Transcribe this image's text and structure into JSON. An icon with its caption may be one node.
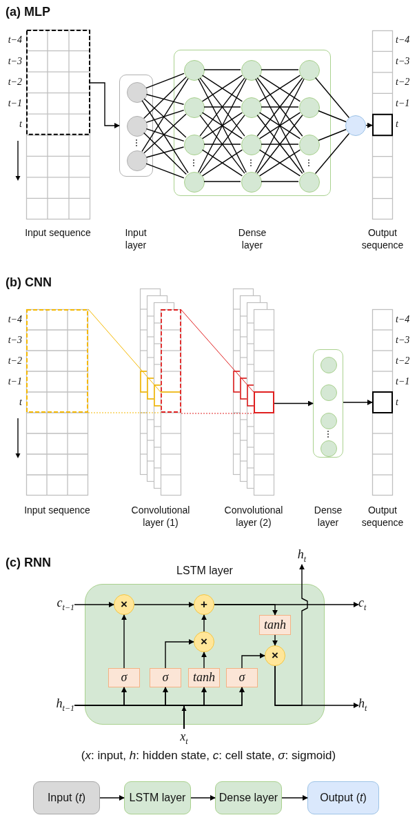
{
  "diagram": {
    "nodes": [
      {
        "text": [],
        "shape": "box"
      },
      {
        "text": [],
        "shape": "box"
      },
      {
        "text": [],
        "shape": "circle",
        "in": 1
      },
      {
        "text": [],
        "shape": "circle",
        "in": 1
      },
      {
        "text": [],
        "shape": "circle",
        "in": 1
      },
      {
        "text": [],
        "shape": "box"
      },
      {
        "text": [],
        "shape": "circle",
        "in": 5
      },
      {
        "text": [],
        "shape": "circle",
        "in": 5
      },
      {
        "text": [],
        "shape": "circle",
        "in": 5
      },
      {
        "text": [],
        "shape": "circle",
        "in": 5
      },
      {
        "text": [],
        "shape": "circle",
        "in": 5
      },
      {
        "text": [],
        "shape": "circle",
        "in": 5
      },
      {
        "text": [],
        "shape": "circle",
        "in": 5
      },
      {
        "text": [],
        "shape": "circle",
        "in": 5
      },
      {
        "text": [],
        "shape": "circle",
        "in": 5
      },
      {
        "text": [],
        "shape": "circle",
        "in": 5
      },
      {
        "text": [],
        "shape": "circle",
        "in": 5
      },
      {
        "text": [],
        "shape": "circle",
        "in": 5
      },
      {
        "text": [],
        "shape": "circle"
      },
      {
        "text": [],
        "shape": "box"
      },
      {
        "text": [],
        "shape": "box"
      },
      {
        "text": [],
        "shape": "box"
      },
      {
        "text": [],
        "shape": "box"
      },
      {
        "text": [],
        "shape": "box"
      },
      {
        "text": [],
        "shape": "circle",
        "in": 23
      },
      {
        "text": [],
        "shape": "circle",
        "in": 23
      },
      {
        "text": [],
        "shape": "circle",
        "in": 23
      },
      {
        "text": [],
        "shape": "circle",
        "in": 23
      },
      {
        "text": [],
        "shape": "box"
      },
      {
        "text": [
          "LSTM layer"
        ]
      },
      {
        "text": [
          "×"
        ],
        "in": 29
      },
      {
        "text": [
          "+"
        ],
        "in": 29
      },
      {
        "text": [
          "×"
        ],
        "in": 29
      },
      {
        "text": [
          "tanh"
        ],
        "in": 29
      },
      {
        "text": [
          "×"
        ],
        "in": 29
      },
      {
        "text": [
          "σ"
        ],
        "in": 29
      },
      {
        "text": [
          "σ"
        ],
        "in": 29
      },
      {
        "text": [
          "tanh"
        ],
        "in": 29
      },
      {
        "text": [
          "σ"
        ],
        "in": 29
      },
      {
        "text": [
          "c$_{t−1}$"
        ]
      },
      {
        "text": [
          "h$_{t−1}$"
        ]
      },
      {
        "text": [
          "x$_{t}$"
        ]
      },
      {
        "text": [
          "c$_{t}$"
        ]
      },
      {
        "text": [
          "h$_{t}$"
        ]
      },
      {
        "text": [
          "h$_{t}$"
        ]
      },
      {
        "text": [
          "Input (*t*)"
        ]
      },
      {
        "text": [
          "LSTM layer"
        ]
      },
      {
        "text": [
          "Dense layer"
        ]
      },
      {
        "text": [
          "Output (*t*)"
        ]
      }
    ],
    "edges": [
      {
        "from": 0,
        "to": 1,
        "arrow": "to"
      },
      {
        "from": 2,
        "to": 6,
        "arrow": "none"
      },
      {
        "from": 2,
        "to": 7,
        "arrow": "none"
      },
      {
        "from": 2,
        "to": 8,
        "arrow": "none"
      },
      {
        "from": 2,
        "to": 9,
        "arrow": "none"
      },
      {
        "from": 3,
        "to": 6,
        "arrow": "none"
      },
      {
        "from": 3,
        "to": 7,
        "arrow": "none"
      },
      {
        "from": 3,
        "to": 8,
        "arrow": "none"
      },
      {
        "from": 3,
        "to": 9,
        "arrow": "none"
      },
      {
        "from": 4,
        "to": 6,
        "arrow": "none"
      },
      {
        "from": 4,
        "to": 7,
        "arrow": "none"
      },
      {
        "from": 4,
        "to": 8,
        "arrow": "none"
      },
      {
        "from": 4,
        "to": 9,
        "arrow": "none"
      },
      {
        "from": 6,
        "to": 10,
        "arrow": "none"
      },
      {
        "from": 6,
        "to": 11,
        "arrow": "none"
      },
      {
        "from": 6,
        "to": 12,
        "arrow": "none"
      },
      {
        "from": 6,
        "to": 13,
        "arrow": "none"
      },
      {
        "from": 7,
        "to": 10,
        "arrow": "none"
      },
      {
        "from": 7,
        "to": 11,
        "arrow": "none"
      },
      {
        "from": 7,
        "to": 12,
        "arrow": "none"
      },
      {
        "from": 7,
        "to": 13,
        "arrow": "none"
      },
      {
        "from": 8,
        "to": 10,
        "arrow": "none"
      },
      {
        "from": 8,
        "to": 11,
        "arrow": "none"
      },
      {
        "from": 8,
        "to": 12,
        "arrow": "none"
      },
      {
        "from": 8,
        "to": 13,
        "arrow": "none"
      },
      {
        "from": 9,
        "to": 10,
        "arrow": "none"
      },
      {
        "from": 9,
        "to": 11,
        "arrow": "none"
      },
      {
        "from": 9,
        "to": 12,
        "arrow": "none"
      },
      {
        "from": 9,
        "to": 13,
        "arrow": "none"
      },
      {
        "from": 10,
        "to": 14,
        "arrow": "none"
      },
      {
        "from": 10,
        "to": 15,
        "arrow": "none"
      },
      {
        "from": 10,
        "to": 16,
        "arrow": "none"
      },
      {
        "from": 10,
        "to": 17,
        "arrow": "none"
      },
      {
        "from": 11,
        "to": 14,
        "arrow": "none"
      },
      {
        "from": 11,
        "to": 15,
        "arrow": "none"
      },
      {
        "from": 11,
        "to": 16,
        "arrow": "none"
      },
      {
        "from": 11,
        "to": 17,
        "arrow": "none"
      },
      {
        "from": 12,
        "to": 14,
        "arrow": "none"
      },
      {
        "from": 12,
        "to": 15,
        "arrow": "none"
      },
      {
        "from": 12,
        "to": 16,
        "arrow": "none"
      },
      {
        "from": 12,
        "to": 17,
        "arrow": "none"
      },
      {
        "from": 13,
        "to": 14,
        "arrow": "none"
      },
      {
        "from": 13,
        "to": 15,
        "arrow": "none"
      },
      {
        "from": 13,
        "to": 16,
        "arrow": "none"
      },
      {
        "from": 13,
        "to": 17,
        "arrow": "none"
      },
      {
        "from": 14,
        "to": 18,
        "arrow": "none"
      },
      {
        "from": 15,
        "to": 18,
        "arrow": "none"
      },
      {
        "from": 16,
        "to": 18,
        "arrow": "none"
      },
      {
        "from": 17,
        "to": 18,
        "arrow": "none"
      },
      {
        "from": 18,
        "to": 19,
        "arrow": "to"
      },
      {
        "from": 22,
        "to": 23,
        "arrow": "to"
      },
      {
        "from": 23,
        "to": 28,
        "arrow": "to"
      },
      {
        "from": 39,
        "to": 30,
        "arrow": "to"
      },
      {
        "from": 30,
        "to": 31,
        "arrow": "to"
      },
      {
        "from": 31,
        "to": 42,
        "arrow": "to"
      },
      {
        "from": 31,
        "to": 33,
        "arrow": "to"
      },
      {
        "from": 33,
        "to": 34,
        "arrow": "to"
      },
      {
        "from": 32,
        "to": 31,
        "arrow": "to"
      },
      {
        "from": 35,
        "to": 30,
        "arrow": "to"
      },
      {
        "from": 36,
        "to": 32,
        "arrow": "to"
      },
      {
        "from": 37,
        "to": 32,
        "arrow": "to"
      },
      {
        "from": 38,
        "to": 34,
        "arrow": "to"
      },
      {
        "from": 40,
        "to": 35,
        "arrow": "to"
      },
      {
        "from": 40,
        "to": 36,
        "arrow": "to"
      },
      {
        "from": 40,
        "to": 37,
        "arrow": "to"
      },
      {
        "from": 40,
        "to": 38,
        "arrow": "to"
      },
      {
        "from": 41,
        "to": 35,
        "arrow": "to"
      },
      {
        "from": 41,
        "to": 36,
        "arrow": "to"
      },
      {
        "from": 41,
        "to": 37,
        "arrow": "to"
      },
      {
        "from": 41,
        "to": 38,
        "arrow": "to"
      },
      {
        "from": 34,
        "to": 43,
        "arrow": "to"
      },
      {
        "from": 34,
        "to": 44,
        "arrow": "to"
      },
      {
        "from": 45,
        "to": 46,
        "arrow": "to"
      },
      {
        "from": 46,
        "to": 47,
        "arrow": "to"
      },
      {
        "from": 47,
        "to": 48,
        "arrow": "to"
      },
      {
        "from": 20,
        "to": 21,
        "arrow": "none",
        "color": "#f5b800"
      },
      {
        "from": 20,
        "to": 21,
        "arrow": "none",
        "color": "#f5b800",
        "style": "dashed"
      },
      {
        "from": 21,
        "to": 22,
        "arrow": "none",
        "color": "#e02020"
      },
      {
        "from": 21,
        "to": 22,
        "arrow": "none",
        "color": "#e02020",
        "style": "dashed"
      }
    ],
    "labels": [
      "(a) MLP",
      "t−4",
      "t−3",
      "t−2",
      "t−1",
      "t",
      "t−4",
      "t−3",
      "t−2",
      "t−1",
      "t",
      "Input sequence",
      "Input layer",
      "Dense layer",
      "Output sequence",
      "(b) CNN",
      "t−4",
      "t−3",
      "t−2",
      "t−1",
      "t",
      "t−4",
      "t−3",
      "t−2",
      "t−1",
      "t",
      "Input sequence",
      "Convolutional layer (1)",
      "Convolutional layer (2)",
      "Dense layer",
      "Output sequence",
      "(c) RNN",
      "(*x*: input, *h*: hidden state, *c*: cell state, *σ*: sigmoid)"
    ]
  }
}
